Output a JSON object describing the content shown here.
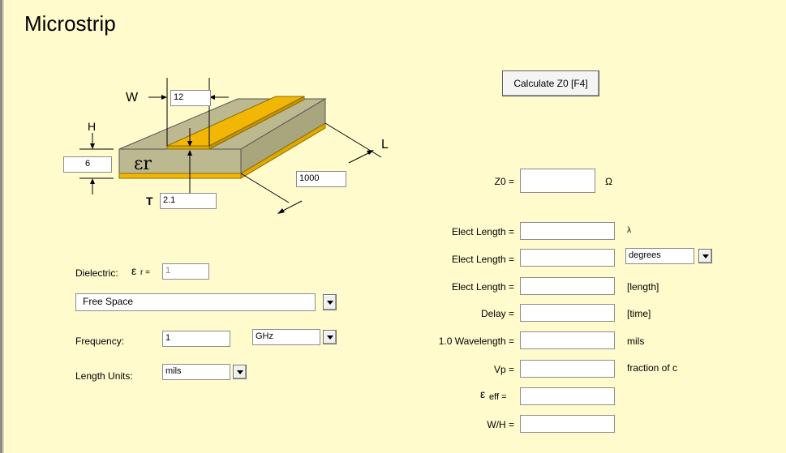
{
  "title": "Microstrip",
  "diagram": {
    "w_label": "W",
    "w_value": "12",
    "h_label": "H",
    "h_value": "6",
    "t_label": "T",
    "t_value": "2.1",
    "l_label": "L",
    "l_value": "1000",
    "er_symbol": "εr"
  },
  "dielectric": {
    "label": "Dielectric:",
    "er_symbol": "ε",
    "er_sub": "r =",
    "er_value": "1",
    "material": "Free Space"
  },
  "frequency": {
    "label": "Frequency:",
    "value": "1",
    "unit": "GHz"
  },
  "length_units": {
    "label": "Length Units:",
    "value": "mils"
  },
  "calculate_button": "Calculate Z0  [F4]",
  "results": {
    "z0_label": "Z0 =",
    "z0_unit": "Ω",
    "elect_length_1_label": "Elect Length =",
    "elect_length_1_unit": "λ",
    "elect_length_2_label": "Elect Length =",
    "elect_length_2_unit": "degrees",
    "elect_length_3_label": "Elect Length =",
    "elect_length_3_unit": "[length]",
    "delay_label": "Delay =",
    "delay_unit": "[time]",
    "wavelength_label": "1.0 Wavelength =",
    "wavelength_unit": "mils",
    "vp_label": "Vp =",
    "vp_unit": "fraction of c",
    "eeff_symbol": "ε",
    "eeff_sub": "eff =",
    "wh_label": "W/H ="
  }
}
